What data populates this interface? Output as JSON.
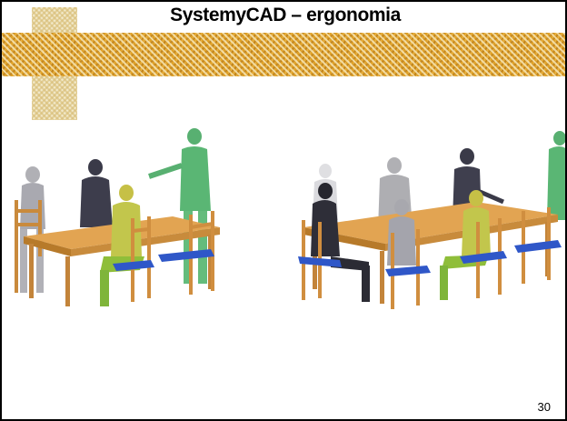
{
  "slide": {
    "title": "SystemyCAD – ergonomia",
    "page_number": "30"
  },
  "illustrations": [
    {
      "name": "meeting-scene-left",
      "description_hint": "table-with-seated-mannequins"
    },
    {
      "name": "meeting-scene-right",
      "description_hint": "table-with-seated-mannequins"
    }
  ],
  "colors": {
    "background": "#ffffff",
    "border": "#000000",
    "band": "#e0a228",
    "band_light": "#f2e9c9",
    "table_wood": "#d79a45",
    "seat_blue": "#2f57c8",
    "mannequin_green": "#58b071",
    "mannequin_yellow": "#c6c046",
    "mannequin_dark": "#3a3a48",
    "mannequin_gray": "#a8a8ae"
  }
}
